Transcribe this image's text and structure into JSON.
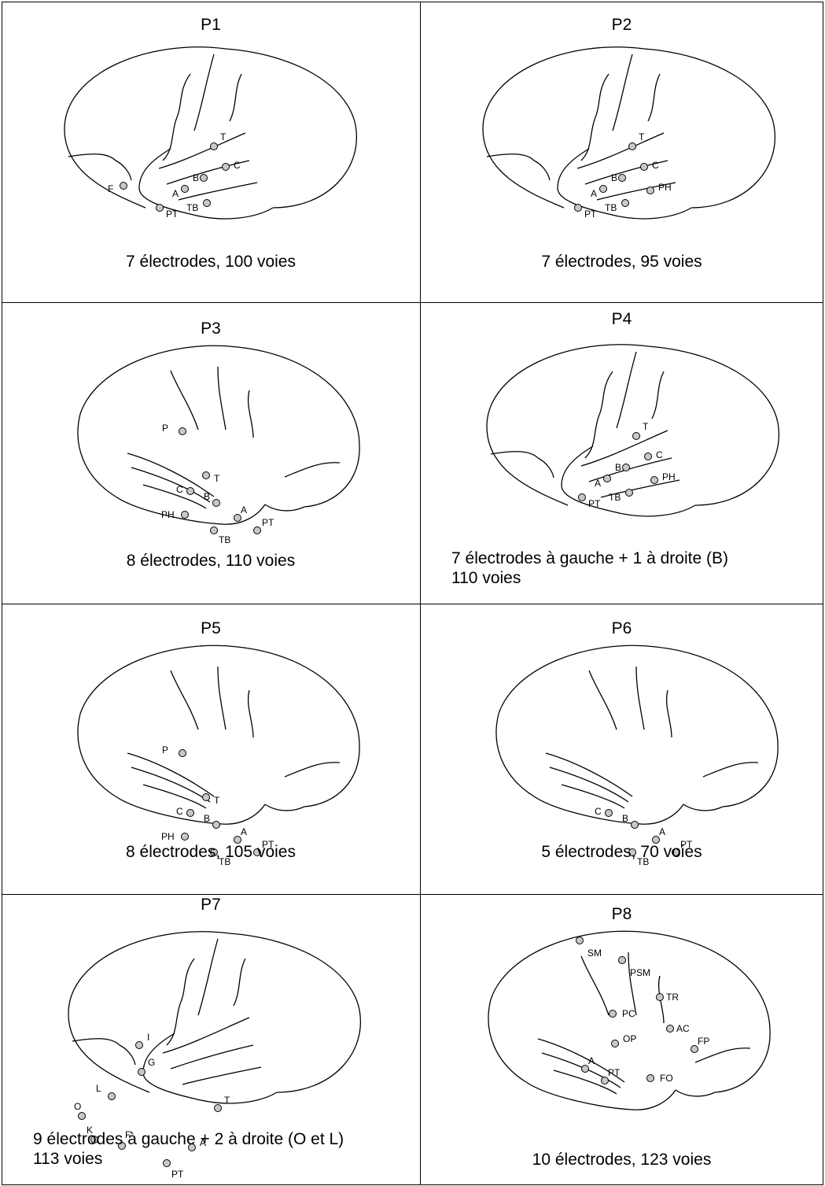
{
  "panels": [
    {
      "title": "P1",
      "caption": [
        "7 électrodes, 100 voies"
      ],
      "electrodes": [
        {
          "label": "T"
        },
        {
          "label": "C"
        },
        {
          "label": "B"
        },
        {
          "label": "A"
        },
        {
          "label": "TB"
        },
        {
          "label": "PT"
        },
        {
          "label": "F"
        }
      ]
    },
    {
      "title": "P2",
      "caption": [
        "7 électrodes, 95 voies"
      ],
      "electrodes": [
        {
          "label": "T"
        },
        {
          "label": "C"
        },
        {
          "label": "B"
        },
        {
          "label": "A"
        },
        {
          "label": "PH"
        },
        {
          "label": "TB"
        },
        {
          "label": "PT"
        }
      ]
    },
    {
      "title": "P3",
      "caption": [
        "8 électrodes, 110 voies"
      ],
      "electrodes": [
        {
          "label": "P"
        },
        {
          "label": "T"
        },
        {
          "label": "C"
        },
        {
          "label": "B"
        },
        {
          "label": "A"
        },
        {
          "label": "PH"
        },
        {
          "label": "PT"
        },
        {
          "label": "TB"
        }
      ]
    },
    {
      "title": "P4",
      "caption": [
        "7 électrodes à gauche + 1 à droite (B)",
        "110 voies"
      ],
      "electrodes": [
        {
          "label": "T"
        },
        {
          "label": "C"
        },
        {
          "label": "B"
        },
        {
          "label": "A"
        },
        {
          "label": "PH"
        },
        {
          "label": "TB"
        },
        {
          "label": "PT"
        }
      ]
    },
    {
      "title": "P5",
      "caption": [
        "8 électrodes, 105 voies"
      ],
      "electrodes": [
        {
          "label": "P"
        },
        {
          "label": "T"
        },
        {
          "label": "C"
        },
        {
          "label": "B"
        },
        {
          "label": "A"
        },
        {
          "label": "PH"
        },
        {
          "label": "PT"
        },
        {
          "label": "TB"
        }
      ]
    },
    {
      "title": "P6",
      "caption": [
        "5 électrodes, 70 voies"
      ],
      "electrodes": [
        {
          "label": "C"
        },
        {
          "label": "B"
        },
        {
          "label": "A"
        },
        {
          "label": "PT"
        },
        {
          "label": "TB"
        }
      ]
    },
    {
      "title": "P7",
      "caption": [
        "9 électrodes à gauche + 2 à droite (O et L)",
        "113 voies"
      ],
      "electrodes": [
        {
          "label": "I"
        },
        {
          "label": "G"
        },
        {
          "label": "L"
        },
        {
          "label": "O"
        },
        {
          "label": "K"
        },
        {
          "label": "F"
        },
        {
          "label": "T"
        },
        {
          "label": "A"
        },
        {
          "label": "PT"
        }
      ]
    },
    {
      "title": "P8",
      "caption": [
        "10 électrodes, 123 voies"
      ],
      "electrodes": [
        {
          "label": "SM"
        },
        {
          "label": "PSM"
        },
        {
          "label": "TR"
        },
        {
          "label": "PC"
        },
        {
          "label": "AC"
        },
        {
          "label": "OP"
        },
        {
          "label": "FP"
        },
        {
          "label": "A"
        },
        {
          "label": "PT"
        },
        {
          "label": "FO"
        }
      ]
    }
  ]
}
